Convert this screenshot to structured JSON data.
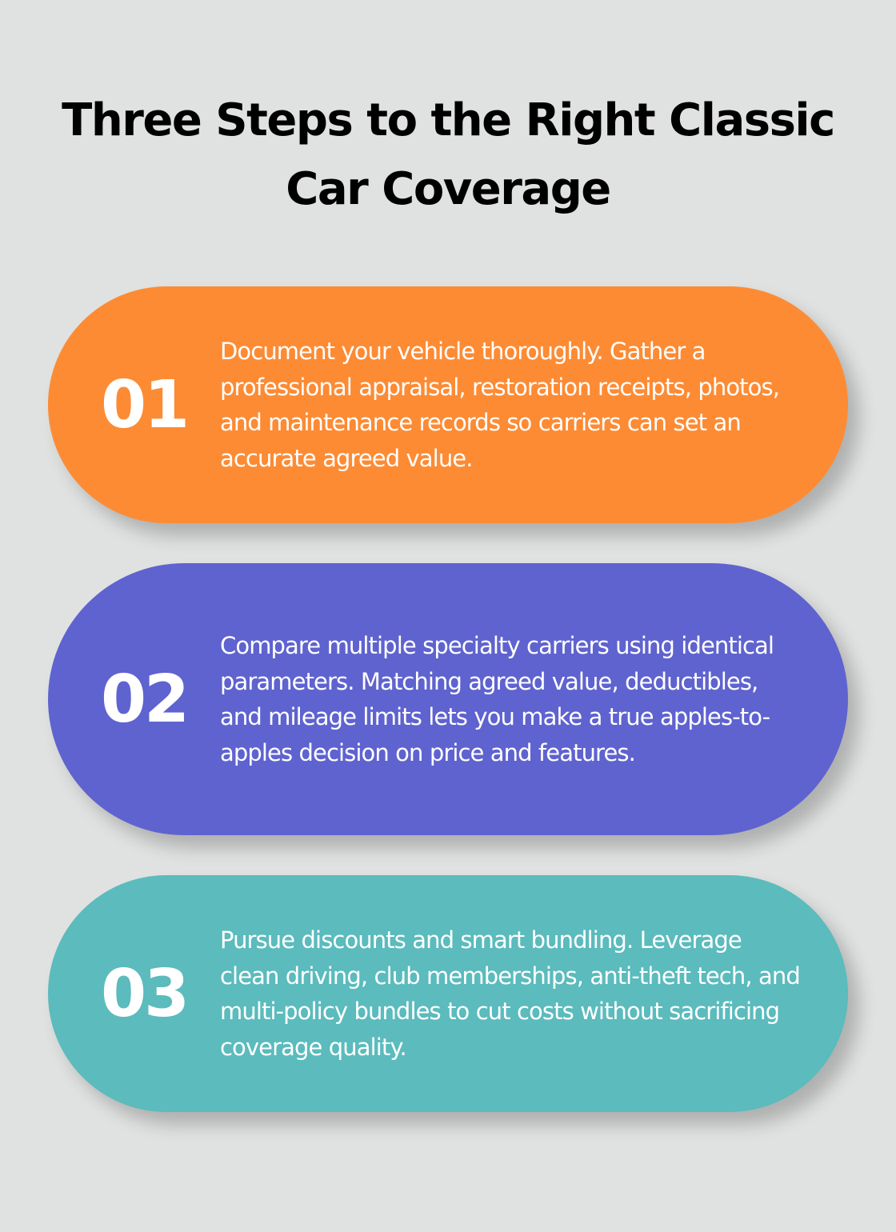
{
  "header": {
    "title_line1": "Three Steps to the Right Classic",
    "title_line2": "Car Coverage"
  },
  "steps": [
    {
      "number": "01",
      "color": "#fd8b34",
      "text": "Document your vehicle thoroughly. Gather a professional appraisal, restoration receipts, photos, and maintenance records so carriers can set an accurate agreed value."
    },
    {
      "number": "02",
      "color": "#5f63cf",
      "text": "Compare multiple specialty carriers using identical parameters. Matching agreed value, deductibles, and mileage limits lets you make a true apples-to-apples decision on price and features."
    },
    {
      "number": "03",
      "color": "#5bbbbd",
      "text": "Pursue discounts and smart bundling. Leverage clean driving, club memberships, anti-theft tech, and multi-policy bundles to cut costs without sacrificing coverage quality."
    }
  ],
  "colors": {
    "background": "#e0e2e1",
    "title": "#000000",
    "card_text": "#ffffff"
  }
}
